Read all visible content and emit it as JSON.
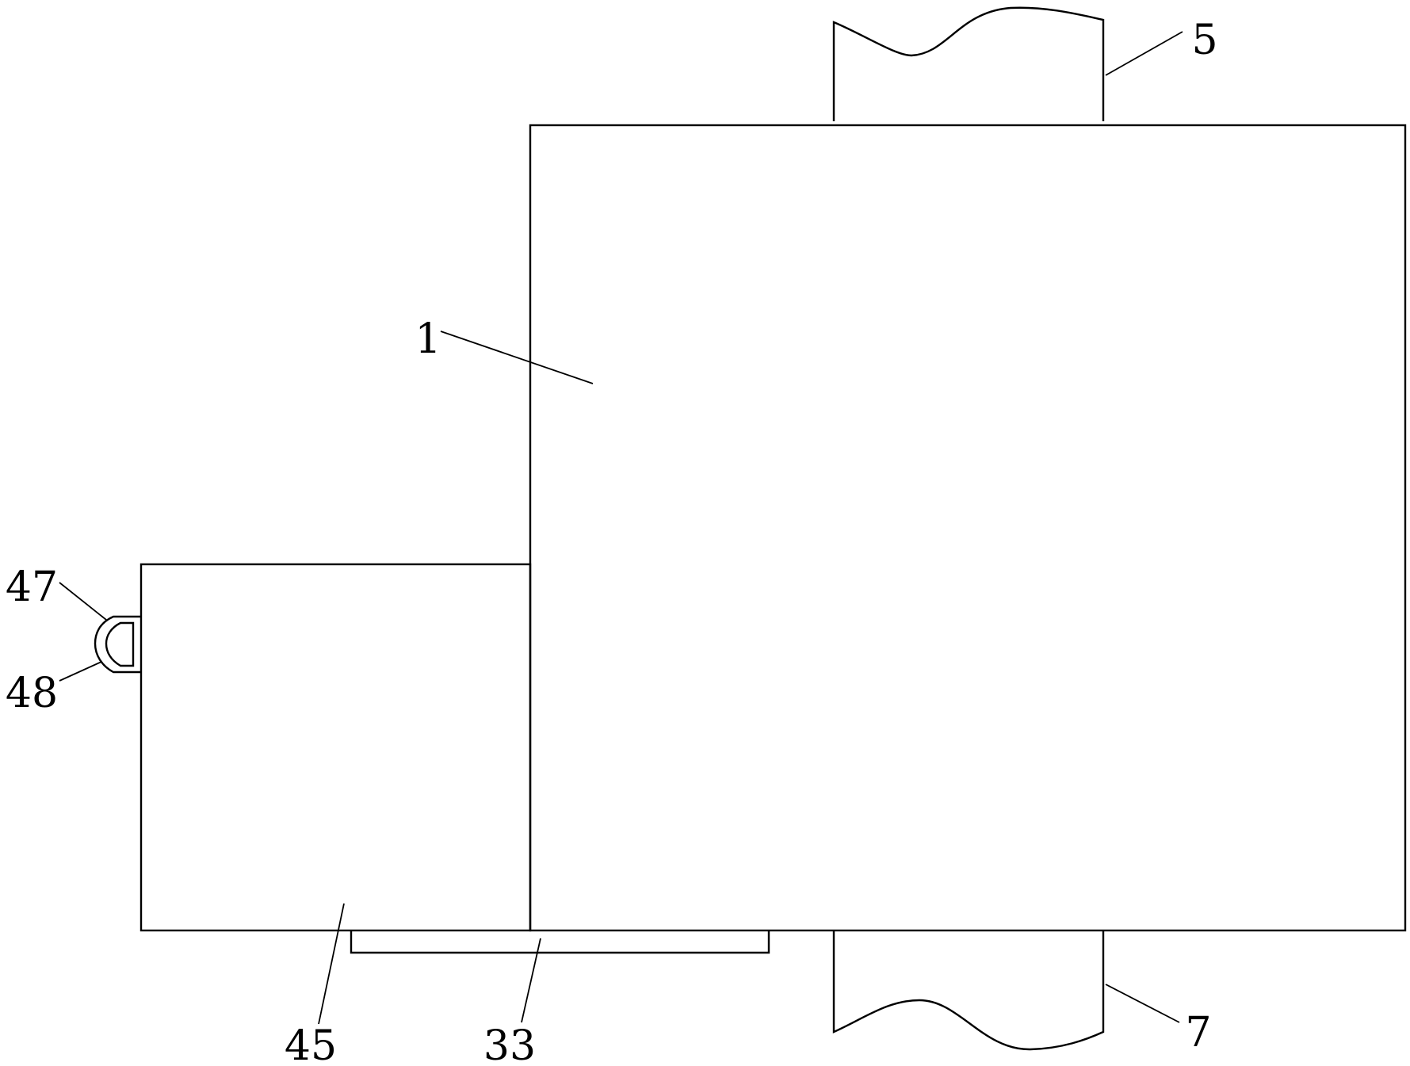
{
  "labels": {
    "main_body": "1",
    "upper_pipe": "5",
    "lower_pipe": "7",
    "bottom_plate": "33",
    "side_box": "45",
    "handle_outer": "47",
    "handle_inner": "48"
  }
}
